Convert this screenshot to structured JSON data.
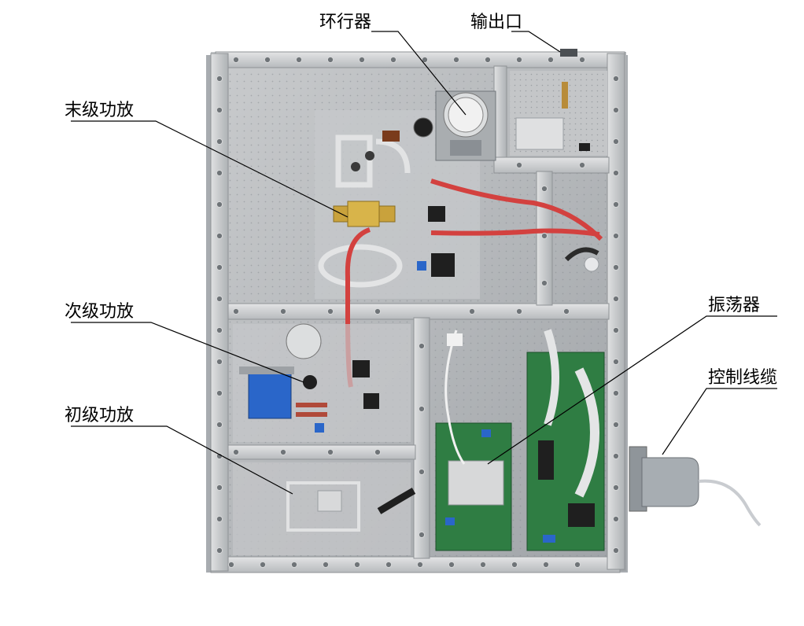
{
  "labels": {
    "circulator": "环行器",
    "output_port": "输出口",
    "final_amp": "末级功放",
    "second_amp": "次级功放",
    "first_amp": "初级功放",
    "oscillator": "振荡器",
    "control_cable": "控制线缆"
  },
  "colors": {
    "chassis": "#b9bbbd",
    "chassis_dark": "#8e9296",
    "rail": "#cfd1d3",
    "pcb_green": "#2f7d43",
    "cable_red": "#d3413f",
    "capacitor_blue": "#2a66c9",
    "connector_gray": "#a7adb2"
  },
  "icons": [
    "screw-icon",
    "cable-icon",
    "connector-icon"
  ]
}
